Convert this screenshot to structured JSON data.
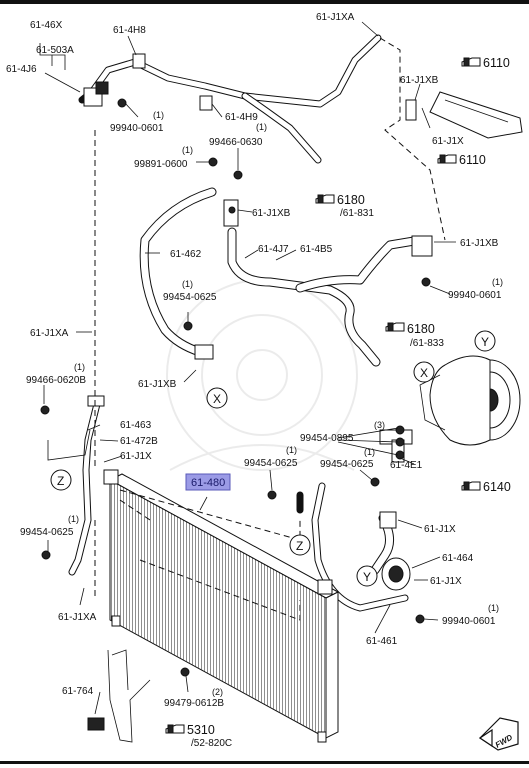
{
  "labels": {
    "l_6146X": "61-46X",
    "l_614H8": "61-4H8",
    "l_61503A": "61-503A",
    "l_614J6": "61-4J6",
    "l_99940_a_qty": "(1)",
    "l_99940_a": "99940-0601",
    "l_614H9": "61-4H9",
    "l_99466_a_qty": "(1)",
    "l_99466_a": "99466-0630",
    "l_99891_qty": "(1)",
    "l_99891": "99891-0600",
    "l_61J1XB_a": "61-J1XB",
    "l_61J1XA_top": "61-J1XA",
    "l_61J1XB_r": "61-J1XB",
    "l_61J1X_r": "61-J1X",
    "l_61462": "61-462",
    "l_614J7": "61-4J7",
    "l_614B5": "61-4B5",
    "l_61J1XB_mid": "61-J1XB",
    "l_99940_b_qty": "(1)",
    "l_99940_b": "99940-0601",
    "l_99454_a_qty": "(1)",
    "l_99454_a": "99454-0625",
    "l_61J1XA_left": "61-J1XA",
    "l_61J1XB_low": "61-J1XB",
    "l_99466_b_qty": "(1)",
    "l_99466_b": "99466-0620B",
    "l_61463": "61-463",
    "l_61472B": "61-472B",
    "l_61J1X_left": "61-J1X",
    "l_99454_b_qty": "(3)",
    "l_99454_b": "99454-0895",
    "l_614E1": "61-4E1",
    "l_99454_c_qty": "(1)",
    "l_99454_c": "99454-0625",
    "l_99454_d_qty": "(1)",
    "l_99454_d": "99454-0625",
    "l_99454_e_qty": "(1)",
    "l_99454_e": "99454-0625",
    "l_61J1X_c": "61-J1X",
    "l_61464": "61-464",
    "l_61J1X_d": "61-J1X",
    "l_61J1XA_bot": "61-J1XA",
    "l_99940_c_qty": "(1)",
    "l_99940_c": "99940-0601",
    "l_61461": "61-461",
    "l_61764": "61-764",
    "l_99479_qty": "(2)",
    "l_99479": "99479-0612B"
  },
  "refs": {
    "r6110_a": "6110",
    "r6110_b": "6110",
    "r6180_a": "6180",
    "r6180_a_sub": "/61-831",
    "r6180_b": "6180",
    "r6180_b_sub": "/61-833",
    "r6140": "6140",
    "r5310": "5310",
    "r5310_sub": "/52-820C"
  },
  "circles": {
    "c_x_top": "X",
    "c_y_top": "Y",
    "c_x_low": "X",
    "c_z_left": "Z",
    "c_z_mid": "Z",
    "c_y_low": "Y"
  },
  "highlight": {
    "label": "61-480",
    "color": "#9b9be6"
  },
  "fwd": "FWD"
}
